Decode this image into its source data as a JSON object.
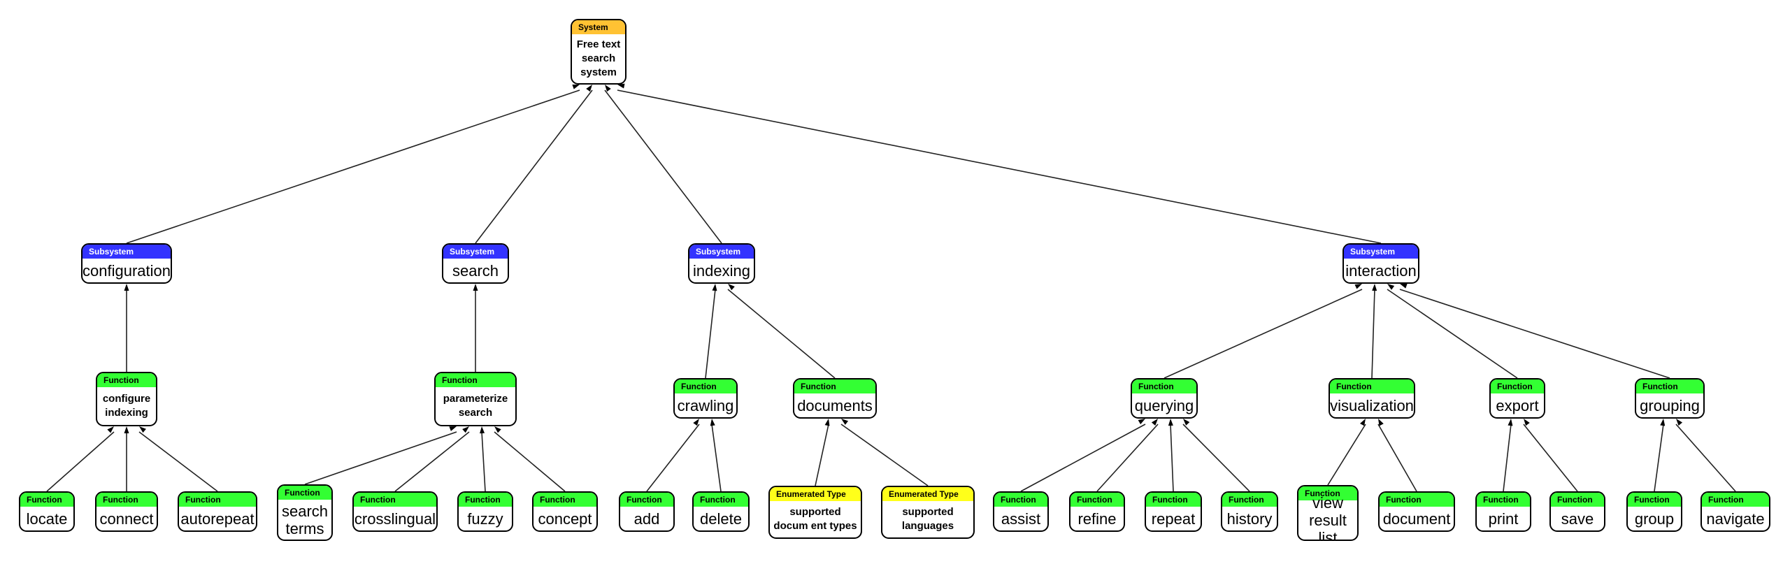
{
  "types": {
    "system": "System",
    "subsystem": "Subsystem",
    "function": "Function",
    "enum": "Enumerated Type"
  },
  "colors": {
    "system": "#ffc233",
    "subsystem": "#3333ff",
    "function": "#33ff33",
    "enum": "#ffff1a"
  },
  "nodes": [
    {
      "id": "root",
      "type": "system",
      "label": "Free text\nsearch\nsystem"
    },
    {
      "id": "configuration",
      "type": "subsystem",
      "label": "configuration"
    },
    {
      "id": "search",
      "type": "subsystem",
      "label": "search"
    },
    {
      "id": "indexing",
      "type": "subsystem",
      "label": "indexing"
    },
    {
      "id": "interaction",
      "type": "subsystem",
      "label": "interaction"
    },
    {
      "id": "configure-indexing",
      "type": "function",
      "label": "configure\nindexing"
    },
    {
      "id": "parameterize-search",
      "type": "function",
      "label": "parameterize\nsearch"
    },
    {
      "id": "crawling",
      "type": "function",
      "label": "crawling"
    },
    {
      "id": "documents",
      "type": "function",
      "label": "documents"
    },
    {
      "id": "querying",
      "type": "function",
      "label": "querying"
    },
    {
      "id": "visualization",
      "type": "function",
      "label": "visualization"
    },
    {
      "id": "export",
      "type": "function",
      "label": "export"
    },
    {
      "id": "grouping",
      "type": "function",
      "label": "grouping"
    },
    {
      "id": "locate",
      "type": "function",
      "label": "locate"
    },
    {
      "id": "connect",
      "type": "function",
      "label": "connect"
    },
    {
      "id": "autorepeat",
      "type": "function",
      "label": "autorepeat"
    },
    {
      "id": "search-terms",
      "type": "function",
      "label": "search\nterms"
    },
    {
      "id": "crosslingual",
      "type": "function",
      "label": "crosslingual"
    },
    {
      "id": "fuzzy",
      "type": "function",
      "label": "fuzzy"
    },
    {
      "id": "concept",
      "type": "function",
      "label": "concept"
    },
    {
      "id": "add",
      "type": "function",
      "label": "add"
    },
    {
      "id": "delete",
      "type": "function",
      "label": "delete"
    },
    {
      "id": "supported-document-types",
      "type": "enum",
      "label": "supported\ndocum ent types"
    },
    {
      "id": "supported-languages",
      "type": "enum",
      "label": "supported\nlanguages"
    },
    {
      "id": "assist",
      "type": "function",
      "label": "assist"
    },
    {
      "id": "refine",
      "type": "function",
      "label": "refine"
    },
    {
      "id": "repeat",
      "type": "function",
      "label": "repeat"
    },
    {
      "id": "history",
      "type": "function",
      "label": "history"
    },
    {
      "id": "view-result-list",
      "type": "function",
      "label": "view\nresult list"
    },
    {
      "id": "document",
      "type": "function",
      "label": "document"
    },
    {
      "id": "print",
      "type": "function",
      "label": "print"
    },
    {
      "id": "save",
      "type": "function",
      "label": "save"
    },
    {
      "id": "group",
      "type": "function",
      "label": "group"
    },
    {
      "id": "navigate",
      "type": "function",
      "label": "navigate"
    }
  ],
  "edges": [
    {
      "from": "configuration",
      "to": "root"
    },
    {
      "from": "search",
      "to": "root"
    },
    {
      "from": "indexing",
      "to": "root"
    },
    {
      "from": "interaction",
      "to": "root"
    },
    {
      "from": "configure-indexing",
      "to": "configuration"
    },
    {
      "from": "parameterize-search",
      "to": "search"
    },
    {
      "from": "crawling",
      "to": "indexing"
    },
    {
      "from": "documents",
      "to": "indexing"
    },
    {
      "from": "querying",
      "to": "interaction"
    },
    {
      "from": "visualization",
      "to": "interaction"
    },
    {
      "from": "export",
      "to": "interaction"
    },
    {
      "from": "grouping",
      "to": "interaction"
    },
    {
      "from": "locate",
      "to": "configure-indexing"
    },
    {
      "from": "connect",
      "to": "configure-indexing"
    },
    {
      "from": "autorepeat",
      "to": "configure-indexing"
    },
    {
      "from": "search-terms",
      "to": "parameterize-search"
    },
    {
      "from": "crosslingual",
      "to": "parameterize-search"
    },
    {
      "from": "fuzzy",
      "to": "parameterize-search"
    },
    {
      "from": "concept",
      "to": "parameterize-search"
    },
    {
      "from": "add",
      "to": "crawling"
    },
    {
      "from": "delete",
      "to": "crawling"
    },
    {
      "from": "supported-document-types",
      "to": "documents"
    },
    {
      "from": "supported-languages",
      "to": "documents"
    },
    {
      "from": "assist",
      "to": "querying"
    },
    {
      "from": "refine",
      "to": "querying"
    },
    {
      "from": "repeat",
      "to": "querying"
    },
    {
      "from": "history",
      "to": "querying"
    },
    {
      "from": "view-result-list",
      "to": "visualization"
    },
    {
      "from": "document",
      "to": "visualization"
    },
    {
      "from": "print",
      "to": "export"
    },
    {
      "from": "save",
      "to": "export"
    },
    {
      "from": "group",
      "to": "grouping"
    },
    {
      "from": "navigate",
      "to": "grouping"
    }
  ]
}
